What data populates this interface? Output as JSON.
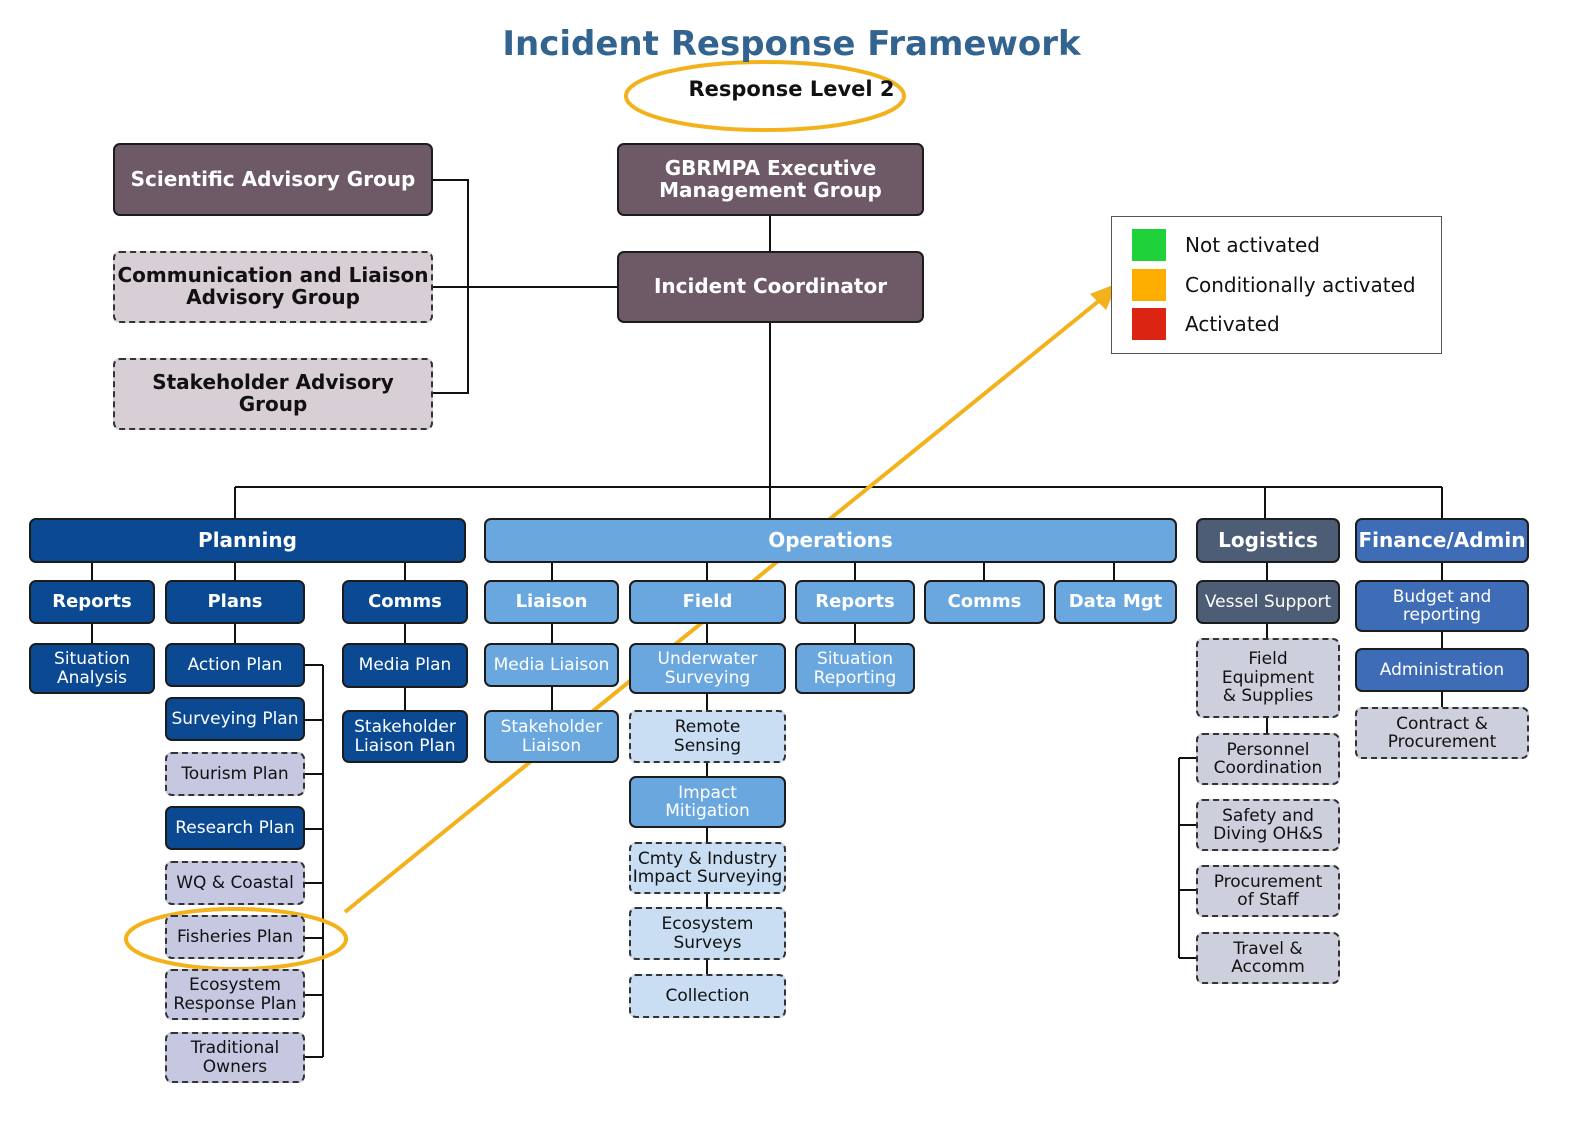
{
  "title": "Incident Response Framework",
  "subtitle": "Response Level 2",
  "colors": {
    "not_activated": "#1fd23a",
    "conditionally_activated": "#fdae00",
    "activated": "#dc2412",
    "highlight": "#f3b21c"
  },
  "legend": [
    {
      "label": "Not activated",
      "color": "#1fd23a"
    },
    {
      "label": "Conditionally activated",
      "color": "#fdae00"
    },
    {
      "label": "Activated",
      "color": "#dc2412"
    }
  ],
  "top": {
    "exec": "GBRMPA Executive\nManagement Group",
    "coordinator": "Incident Coordinator",
    "advisory": [
      "Scientific Advisory Group",
      "Communication and Liaison\nAdvisory Group",
      "Stakeholder Advisory Group"
    ]
  },
  "planning": {
    "header": "Planning",
    "reports": "Reports",
    "situation_analysis": "Situation\nAnalysis",
    "plans": "Plans",
    "plans_items": [
      "Action Plan",
      "Surveying Plan",
      "Tourism Plan",
      "Research Plan",
      "WQ & Coastal",
      "Fisheries Plan",
      "Ecosystem\nResponse Plan",
      "Traditional\nOwners"
    ],
    "comms": "Comms",
    "comms_items": [
      "Media Plan",
      "Stakeholder\nLiaison Plan"
    ]
  },
  "operations": {
    "header": "Operations",
    "liaison": "Liaison",
    "liaison_items": [
      "Media Liaison",
      "Stakeholder\nLiaison"
    ],
    "field": "Field",
    "field_items": [
      "Underwater\nSurveying",
      "Remote\nSensing",
      "Impact\nMitigation",
      "Cmty & Industry\nImpact Surveying",
      "Ecosystem\nSurveys",
      "Collection"
    ],
    "reports": "Reports",
    "situation_reporting": "Situation\nReporting",
    "comms": "Comms",
    "data_mgt": "Data Mgt"
  },
  "logistics": {
    "header": "Logistics",
    "items": [
      "Vessel Support",
      "Field\nEquipment\n& Supplies",
      "Personnel\nCoordination",
      "Safety and\nDiving OH&S",
      "Procurement\nof Staff",
      "Travel &\nAccomm"
    ]
  },
  "finance": {
    "header": "Finance/Admin",
    "items": [
      "Budget and\nreporting",
      "Administration",
      "Contract &\nProcurement"
    ]
  }
}
